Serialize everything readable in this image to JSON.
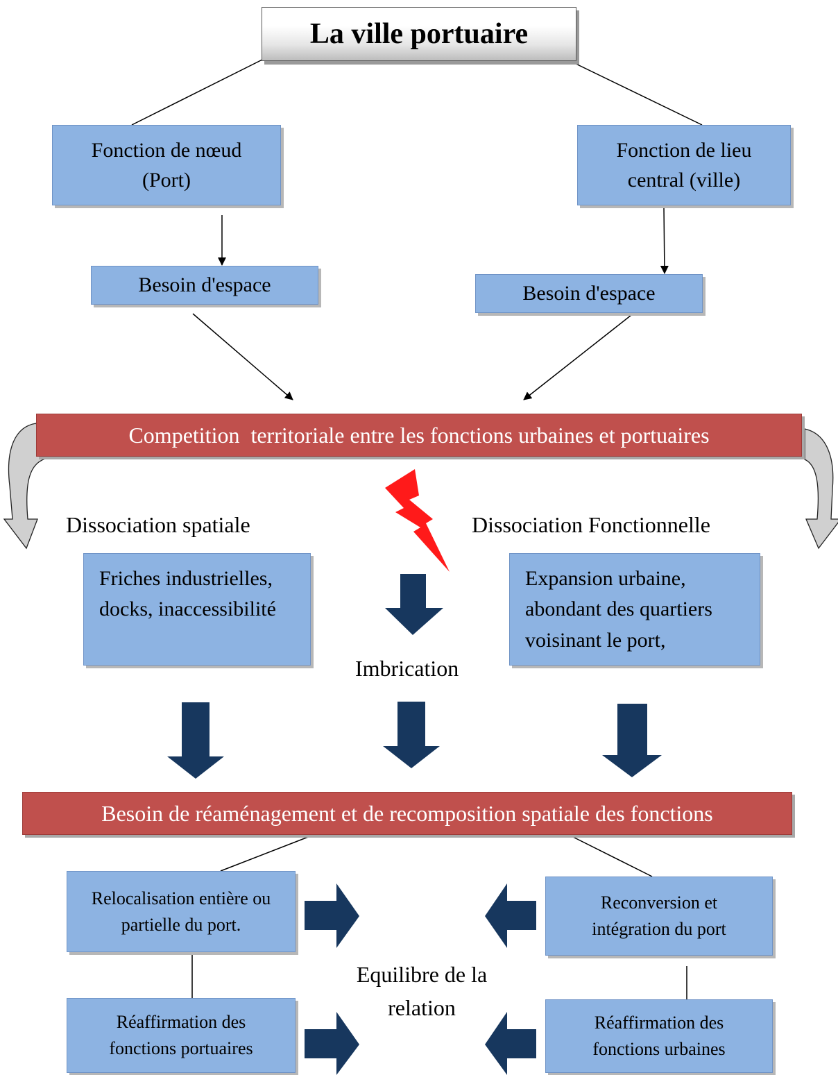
{
  "title": "La ville portuaire",
  "left_function": "Fonction de nœud (Port)",
  "right_function": "Fonction de lieu central (ville)",
  "left_need": "Besoin d'espace",
  "right_need": "Besoin d'espace",
  "competition": "Competition  territoriale entre les fonctions urbaines et portuaires",
  "dissociation_spatial": "Dissociation spatiale",
  "dissociation_functional": "Dissociation Fonctionnelle",
  "friches": "Friches industrielles, docks, inaccessibilité",
  "expansion": "Expansion urbaine, abondant des quartiers voisinant le port,",
  "imbrication": "Imbrication",
  "besoin_reamenagement": "Besoin de réaménagement et de recomposition spatiale des fonctions",
  "relocalisation": "Relocalisation entière ou partielle du port.",
  "reconversion": "Reconversion et intégration du port",
  "equilibre": "Equilibre de la relation",
  "reaffirmation_port": "Réaffirmation des fonctions portuaires",
  "reaffirmation_urbaines": "Réaffirmation des fonctions urbaines",
  "colors": {
    "box_blue": "#8db3e2",
    "red_band": "#c0504d",
    "dark_arrow": "#17375e",
    "lightning": "#ff0000",
    "curved_arrow": "#d0d0d0"
  }
}
